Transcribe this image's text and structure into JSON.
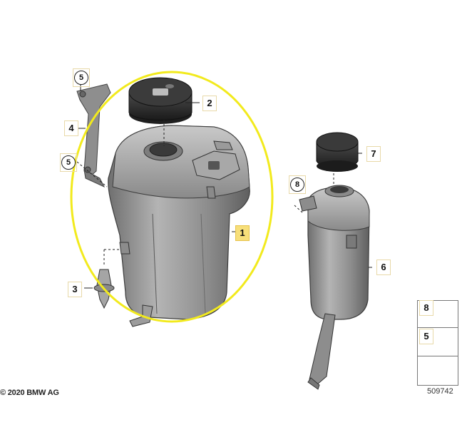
{
  "callouts": {
    "c1": "1",
    "c2": "2",
    "c3": "3",
    "c4": "4",
    "c5a": "5",
    "c5b": "5",
    "c6": "6",
    "c7": "7",
    "c8": "8"
  },
  "legend": {
    "item1": "8",
    "item2": "5"
  },
  "footer": {
    "copyright": "© 2020 BMW AG",
    "drawing_number": "509742"
  },
  "colors": {
    "highlight_ellipse": "#f2ea1d",
    "highlight_callout": "#f7df7a",
    "part_body": "#9a9a9a",
    "part_dark": "#2d2d2d"
  },
  "icons": [
    "arrow-icon",
    "screw-icon",
    "bolt-icon"
  ]
}
